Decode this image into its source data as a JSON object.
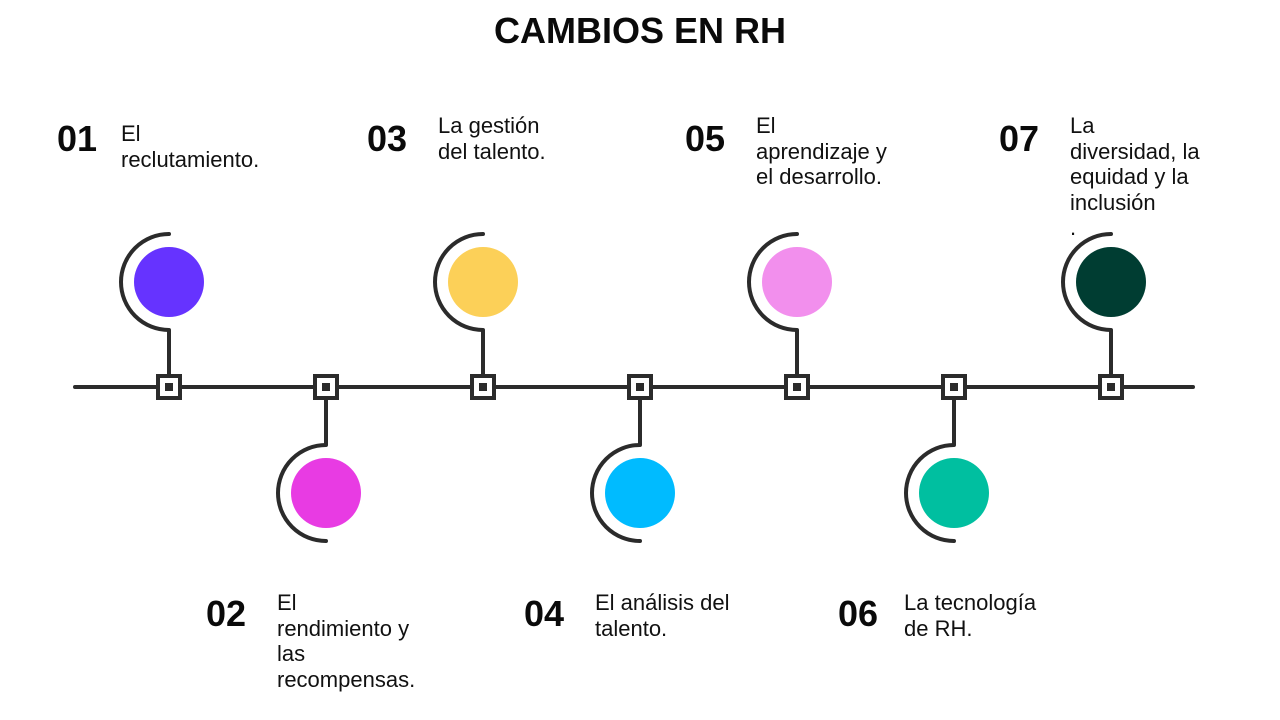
{
  "title": "CAMBIOS EN RH",
  "steps": [
    {
      "number": "01",
      "text": "El\nreclutamiento.",
      "color": "#6633FF",
      "side": "top"
    },
    {
      "number": "02",
      "text": "El\nrendimiento y\nlas\nrecompensas.",
      "color": "#E83BE3",
      "side": "bottom"
    },
    {
      "number": "03",
      "text": "La gestión\ndel talento.",
      "color": "#FCD058",
      "side": "top"
    },
    {
      "number": "04",
      "text": "El análisis del\ntalento.",
      "color": "#00BBFF",
      "side": "bottom"
    },
    {
      "number": "05",
      "text": "El\naprendizaje y\nel desarrollo.",
      "color": "#F28FED",
      "side": "top"
    },
    {
      "number": "06",
      "text": "La tecnología\nde RH.",
      "color": "#00BFA0",
      "side": "bottom"
    },
    {
      "number": "07",
      "text": "La\ndiversidad, la\nequidad y la\ninclusión\n.",
      "color": "#003D32",
      "side": "top"
    }
  ]
}
